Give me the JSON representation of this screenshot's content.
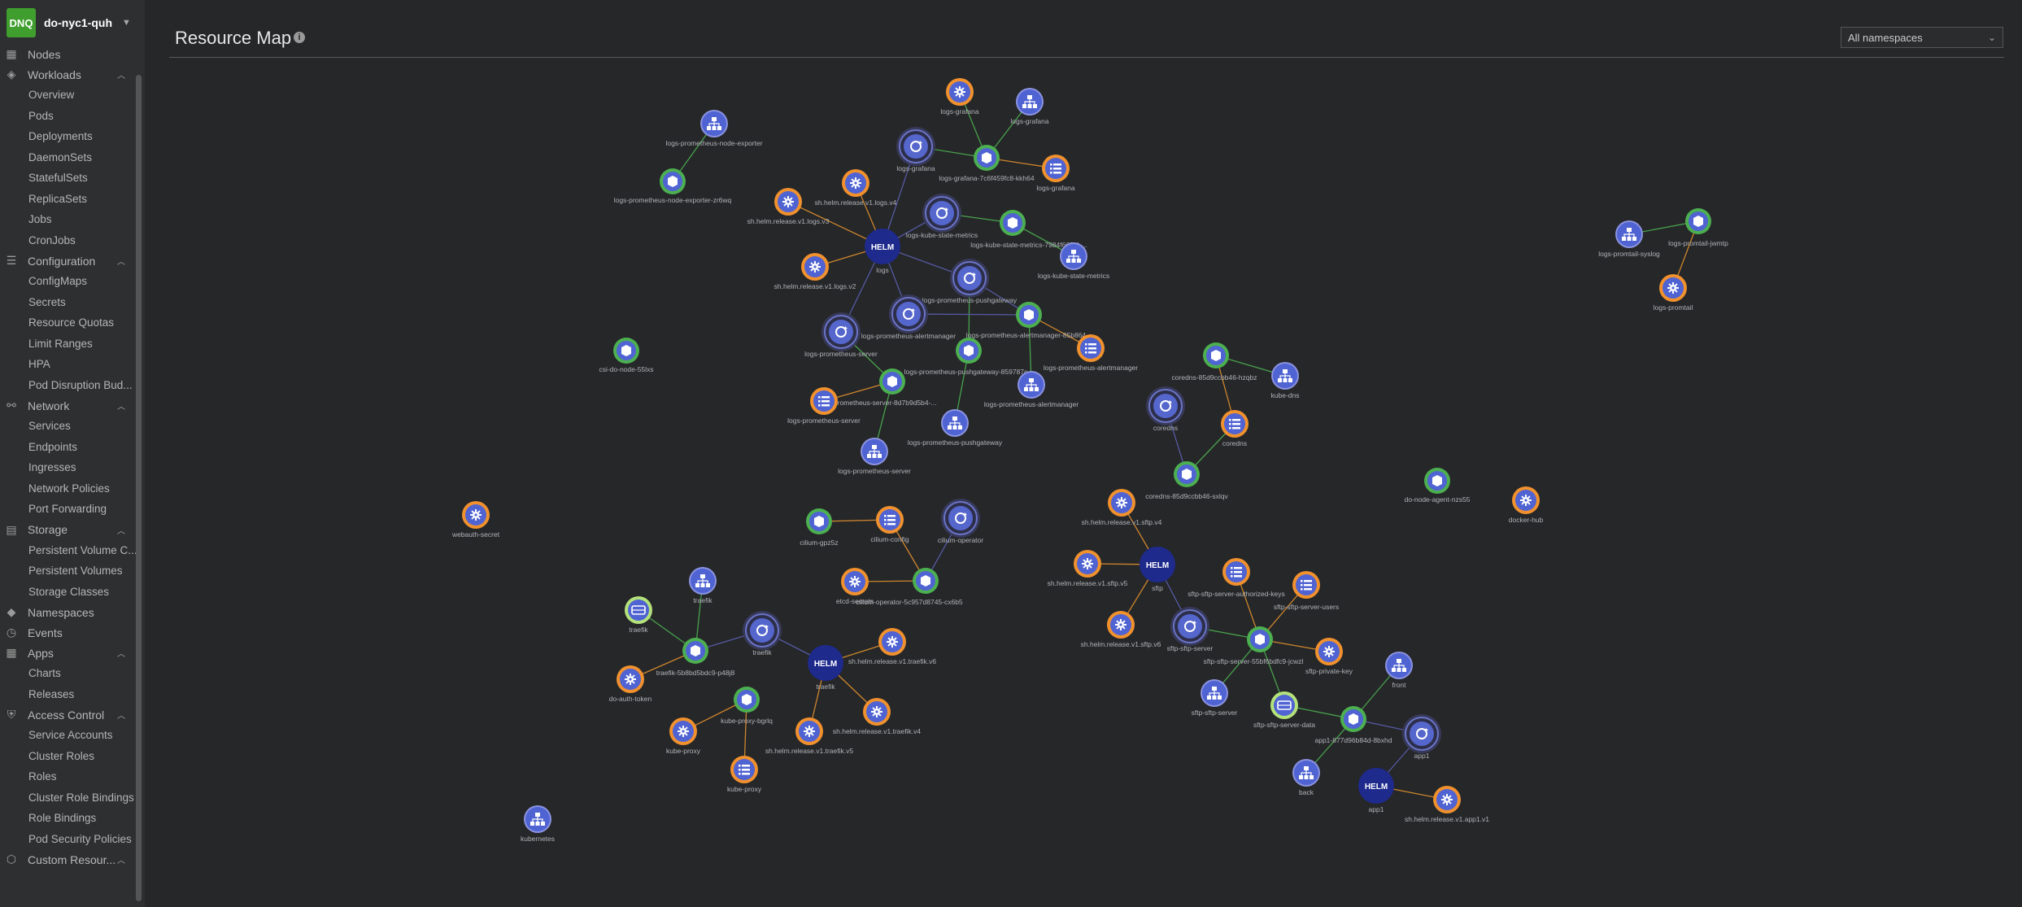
{
  "cluster": {
    "badge": "DNQ",
    "name": "do-nyc1-quh"
  },
  "page": {
    "title": "Resource Map"
  },
  "namespace_select": {
    "value": "All namespaces"
  },
  "nav": [
    {
      "label": "Nodes",
      "icon": "nodes-icon",
      "items": []
    },
    {
      "label": "Workloads",
      "icon": "workloads-icon",
      "items": [
        "Overview",
        "Pods",
        "Deployments",
        "DaemonSets",
        "StatefulSets",
        "ReplicaSets",
        "Jobs",
        "CronJobs"
      ]
    },
    {
      "label": "Configuration",
      "icon": "configuration-icon",
      "items": [
        "ConfigMaps",
        "Secrets",
        "Resource Quotas",
        "Limit Ranges",
        "HPA",
        "Pod Disruption Bud..."
      ]
    },
    {
      "label": "Network",
      "icon": "network-icon",
      "items": [
        "Services",
        "Endpoints",
        "Ingresses",
        "Network Policies",
        "Port Forwarding"
      ]
    },
    {
      "label": "Storage",
      "icon": "storage-icon",
      "items": [
        "Persistent Volume C...",
        "Persistent Volumes",
        "Storage Classes"
      ]
    },
    {
      "label": "Namespaces",
      "icon": "namespaces-icon",
      "items": []
    },
    {
      "label": "Events",
      "icon": "events-icon",
      "items": []
    },
    {
      "label": "Apps",
      "icon": "apps-icon",
      "items": [
        "Charts",
        "Releases"
      ]
    },
    {
      "label": "Access Control",
      "icon": "access-control-icon",
      "items": [
        "Service Accounts",
        "Cluster Roles",
        "Roles",
        "Cluster Role Bindings",
        "Role Bindings",
        "Pod Security Policies"
      ]
    },
    {
      "label": "Custom Resour...",
      "icon": "custom-resources-icon",
      "items": []
    }
  ],
  "colors": {
    "helm": "#1e2a8c",
    "deployment": "#5566cc",
    "pod": "#4caf50",
    "secret": "#f0912e",
    "service": "#4f63d2",
    "edge_helm": "#5b5fb0",
    "edge_green": "#4caf50",
    "edge_orange": "#e0902e"
  },
  "graph": {
    "nodes": [
      {
        "id": "n1",
        "type": "service",
        "label": "logs-prometheus-node-exporter"
      },
      {
        "id": "n2",
        "type": "pod",
        "label": "logs-prometheus-node-exporter-zr6wq"
      },
      {
        "id": "n3",
        "type": "secret",
        "label": "logs-grafana"
      },
      {
        "id": "n4",
        "type": "service",
        "label": "logs-grafana"
      },
      {
        "id": "n5",
        "type": "deployment",
        "label": "logs-grafana"
      },
      {
        "id": "n6",
        "type": "pod",
        "label": "logs-grafana-7c6f459fc8-kkh64"
      },
      {
        "id": "n7",
        "type": "configmap",
        "label": "logs-grafana"
      },
      {
        "id": "n8",
        "type": "secret",
        "label": "sh.helm.release.v1.logs.v4"
      },
      {
        "id": "n9",
        "type": "secret",
        "label": "sh.helm.release.v1.logs.v3"
      },
      {
        "id": "n10",
        "type": "deployment",
        "label": "logs-kube-state-metrics"
      },
      {
        "id": "n11",
        "type": "pod",
        "label": "logs-kube-state-metrics-7984f667f4-..."
      },
      {
        "id": "n12",
        "type": "service",
        "label": "logs-kube-state-metrics"
      },
      {
        "id": "n13",
        "type": "helm",
        "label": "logs"
      },
      {
        "id": "n14",
        "type": "secret",
        "label": "sh.helm.release.v1.logs.v2"
      },
      {
        "id": "n15",
        "type": "deployment",
        "label": "logs-prometheus-pushgateway"
      },
      {
        "id": "n16",
        "type": "deployment",
        "label": "logs-prometheus-alertmanager"
      },
      {
        "id": "n17",
        "type": "pod",
        "label": "logs-prometheus-alertmanager-85b864..."
      },
      {
        "id": "n18",
        "type": "configmap",
        "label": "logs-prometheus-alertmanager"
      },
      {
        "id": "n19",
        "type": "deployment",
        "label": "logs-prometheus-server"
      },
      {
        "id": "n20",
        "type": "pod",
        "label": "logs-prometheus-pushgateway-859787c..."
      },
      {
        "id": "n21",
        "type": "service",
        "label": "logs-prometheus-alertmanager"
      },
      {
        "id": "n22",
        "type": "pod",
        "label": "logs-prometheus-server-8d7b9d5b4-..."
      },
      {
        "id": "n23",
        "type": "configmap",
        "label": "logs-prometheus-server"
      },
      {
        "id": "n24",
        "type": "service",
        "label": "logs-prometheus-pushgateway"
      },
      {
        "id": "n25",
        "type": "service",
        "label": "logs-prometheus-server"
      },
      {
        "id": "n26",
        "type": "pod",
        "label": "csi-do-node-55lxs"
      },
      {
        "id": "n27",
        "type": "pod",
        "label": "coredns-85d9ccbb46-hzqbz"
      },
      {
        "id": "n28",
        "type": "service",
        "label": "kube-dns"
      },
      {
        "id": "n29",
        "type": "deployment",
        "label": "coredns"
      },
      {
        "id": "n30",
        "type": "configmap",
        "label": "coredns"
      },
      {
        "id": "n31",
        "type": "pod",
        "label": "coredns-85d9ccbb46-sxlqv"
      },
      {
        "id": "n32",
        "type": "service",
        "label": "logs-promtail-syslog"
      },
      {
        "id": "n33",
        "type": "pod",
        "label": "logs-promtail-jwmtp"
      },
      {
        "id": "n34",
        "type": "secret",
        "label": "logs-promtail"
      },
      {
        "id": "n35",
        "type": "secret",
        "label": "webauth-secret"
      },
      {
        "id": "n36",
        "type": "pod",
        "label": "cilium-gpz5z"
      },
      {
        "id": "n37",
        "type": "configmap",
        "label": "cilium-config"
      },
      {
        "id": "n38",
        "type": "deployment",
        "label": "cilium-operator"
      },
      {
        "id": "n39",
        "type": "secret",
        "label": "etcd-secrets"
      },
      {
        "id": "n40",
        "type": "pod",
        "label": "cilium-operator-5c957d8745-cx6b5"
      },
      {
        "id": "n41",
        "type": "secret",
        "label": "sh.helm.release.v1.sftp.v4"
      },
      {
        "id": "n42",
        "type": "secret",
        "label": "sh.helm.release.v1.sftp.v5"
      },
      {
        "id": "n43",
        "type": "helm",
        "label": "sftp"
      },
      {
        "id": "n44",
        "type": "configmap",
        "label": "sftp-sftp-server-authorized-keys"
      },
      {
        "id": "n45",
        "type": "configmap",
        "label": "sftp-sftp-server-users"
      },
      {
        "id": "n46",
        "type": "secret",
        "label": "sh.helm.release.v1.sftp.v6"
      },
      {
        "id": "n47",
        "type": "deployment",
        "label": "sftp-sftp-server"
      },
      {
        "id": "n48",
        "type": "pod",
        "label": "sftp-sftp-server-55bf6bdfc9-jcwzl"
      },
      {
        "id": "n49",
        "type": "secret",
        "label": "sftp-private-key"
      },
      {
        "id": "n50",
        "type": "service",
        "label": "sftp-sftp-server"
      },
      {
        "id": "n51",
        "type": "pvc",
        "label": "sftp-sftp-server-data"
      },
      {
        "id": "n52",
        "type": "pod",
        "label": "do-node-agent-nzs55"
      },
      {
        "id": "n53",
        "type": "secret",
        "label": "docker-hub"
      },
      {
        "id": "n54",
        "type": "service",
        "label": "traefik"
      },
      {
        "id": "n55",
        "type": "pvc",
        "label": "traefik"
      },
      {
        "id": "n56",
        "type": "deployment",
        "label": "traefik"
      },
      {
        "id": "n57",
        "type": "pod",
        "label": "traefik-5b8bd5bdc9-p48j8"
      },
      {
        "id": "n58",
        "type": "secret",
        "label": "do-auth-token"
      },
      {
        "id": "n59",
        "type": "helm",
        "label": "traefik"
      },
      {
        "id": "n60",
        "type": "secret",
        "label": "sh.helm.release.v1.traefik.v6"
      },
      {
        "id": "n61",
        "type": "pod",
        "label": "kube-proxy-bgrlq"
      },
      {
        "id": "n62",
        "type": "secret",
        "label": "sh.helm.release.v1.traefik.v4"
      },
      {
        "id": "n63",
        "type": "secret",
        "label": "kube-proxy"
      },
      {
        "id": "n64",
        "type": "secret",
        "label": "sh.helm.release.v1.traefik.v5"
      },
      {
        "id": "n65",
        "type": "configmap",
        "label": "kube-proxy"
      },
      {
        "id": "n66",
        "type": "service",
        "label": "kubernetes"
      },
      {
        "id": "n67",
        "type": "service",
        "label": "front"
      },
      {
        "id": "n68",
        "type": "pod",
        "label": "app1-877d96b84d-8bxhd"
      },
      {
        "id": "n69",
        "type": "deployment",
        "label": "app1"
      },
      {
        "id": "n70",
        "type": "service",
        "label": "back"
      },
      {
        "id": "n71",
        "type": "helm",
        "label": "app1"
      },
      {
        "id": "n72",
        "type": "secret",
        "label": "sh.helm.release.v1.app1.v1"
      }
    ],
    "edges": [
      [
        "n1",
        "n2",
        "green"
      ],
      [
        "n3",
        "n6",
        "green"
      ],
      [
        "n4",
        "n6",
        "green"
      ],
      [
        "n5",
        "n6",
        "green"
      ],
      [
        "n6",
        "n7",
        "orange"
      ],
      [
        "n13",
        "n5",
        "helm"
      ],
      [
        "n13",
        "n8",
        "orange"
      ],
      [
        "n13",
        "n9",
        "orange"
      ],
      [
        "n13",
        "n14",
        "orange"
      ],
      [
        "n13",
        "n10",
        "helm"
      ],
      [
        "n10",
        "n11",
        "green"
      ],
      [
        "n11",
        "n12",
        "green"
      ],
      [
        "n13",
        "n15",
        "helm"
      ],
      [
        "n13",
        "n16",
        "helm"
      ],
      [
        "n13",
        "n19",
        "helm"
      ],
      [
        "n15",
        "n20",
        "green"
      ],
      [
        "n16",
        "n17",
        "helm"
      ],
      [
        "n17",
        "n18",
        "orange"
      ],
      [
        "n17",
        "n21",
        "green"
      ],
      [
        "n20",
        "n24",
        "green"
      ],
      [
        "n19",
        "n22",
        "green"
      ],
      [
        "n22",
        "n23",
        "orange"
      ],
      [
        "n22",
        "n25",
        "green"
      ],
      [
        "n15",
        "n17",
        "helm"
      ],
      [
        "n27",
        "n28",
        "green"
      ],
      [
        "n27",
        "n30",
        "orange"
      ],
      [
        "n29",
        "n31",
        "helm"
      ],
      [
        "n31",
        "n30",
        "green"
      ],
      [
        "n32",
        "n33",
        "green"
      ],
      [
        "n33",
        "n34",
        "orange"
      ],
      [
        "n36",
        "n37",
        "orange"
      ],
      [
        "n38",
        "n40",
        "helm"
      ],
      [
        "n40",
        "n39",
        "orange"
      ],
      [
        "n40",
        "n37",
        "orange"
      ],
      [
        "n43",
        "n41",
        "orange"
      ],
      [
        "n43",
        "n42",
        "orange"
      ],
      [
        "n43",
        "n46",
        "orange"
      ],
      [
        "n43",
        "n47",
        "helm"
      ],
      [
        "n47",
        "n48",
        "green"
      ],
      [
        "n48",
        "n44",
        "orange"
      ],
      [
        "n48",
        "n45",
        "orange"
      ],
      [
        "n48",
        "n49",
        "orange"
      ],
      [
        "n48",
        "n50",
        "green"
      ],
      [
        "n48",
        "n51",
        "green"
      ],
      [
        "n54",
        "n57",
        "green"
      ],
      [
        "n55",
        "n57",
        "green"
      ],
      [
        "n56",
        "n57",
        "helm"
      ],
      [
        "n57",
        "n58",
        "orange"
      ],
      [
        "n59",
        "n56",
        "helm"
      ],
      [
        "n59",
        "n60",
        "orange"
      ],
      [
        "n59",
        "n62",
        "orange"
      ],
      [
        "n59",
        "n64",
        "orange"
      ],
      [
        "n61",
        "n63",
        "orange"
      ],
      [
        "n61",
        "n65",
        "orange"
      ],
      [
        "n67",
        "n68",
        "green"
      ],
      [
        "n68",
        "n69",
        "helm"
      ],
      [
        "n68",
        "n70",
        "green"
      ],
      [
        "n71",
        "n69",
        "helm"
      ],
      [
        "n71",
        "n72",
        "orange"
      ],
      [
        "n68",
        "n51",
        "green"
      ]
    ]
  }
}
